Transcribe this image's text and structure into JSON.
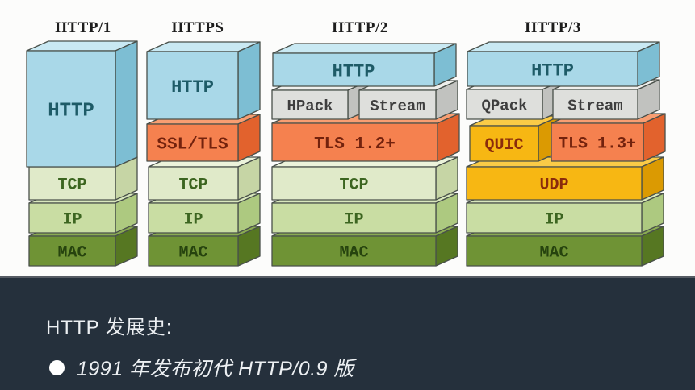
{
  "diagram": {
    "columns": [
      {
        "title": "HTTP/1",
        "layers": [
          {
            "label": "HTTP"
          },
          {
            "label": "TCP"
          },
          {
            "label": "IP"
          },
          {
            "label": "MAC"
          }
        ]
      },
      {
        "title": "HTTPS",
        "layers": [
          {
            "label": "HTTP"
          },
          {
            "label": "SSL/TLS"
          },
          {
            "label": "TCP"
          },
          {
            "label": "IP"
          },
          {
            "label": "MAC"
          }
        ]
      },
      {
        "title": "HTTP/2",
        "layers": [
          {
            "label": "HTTP"
          },
          {
            "label": "HPack"
          },
          {
            "label": "Stream"
          },
          {
            "label": "TLS 1.2+"
          },
          {
            "label": "TCP"
          },
          {
            "label": "IP"
          },
          {
            "label": "MAC"
          }
        ]
      },
      {
        "title": "HTTP/3",
        "layers": [
          {
            "label": "HTTP"
          },
          {
            "label": "QPack"
          },
          {
            "label": "Stream"
          },
          {
            "label": "QUIC"
          },
          {
            "label": "TLS 1.3+"
          },
          {
            "label": "UDP"
          },
          {
            "label": "IP"
          },
          {
            "label": "MAC"
          }
        ]
      }
    ]
  },
  "caption": {
    "heading": "HTTP 发展史:",
    "bullets": [
      "1991 年发布初代 HTTP/0.9 版"
    ]
  },
  "palette": {
    "http_blue": "#a9d8e8",
    "tls_orange": "#f5814f",
    "quic_gold": "#f7b713",
    "frame_gray": "#dedfdc",
    "tcp_pale_green": "#e0eac9",
    "ip_green": "#c9dda3",
    "mac_dark_green": "#6f9335",
    "caption_background": "#25303c",
    "caption_text": "#edf0f3"
  }
}
